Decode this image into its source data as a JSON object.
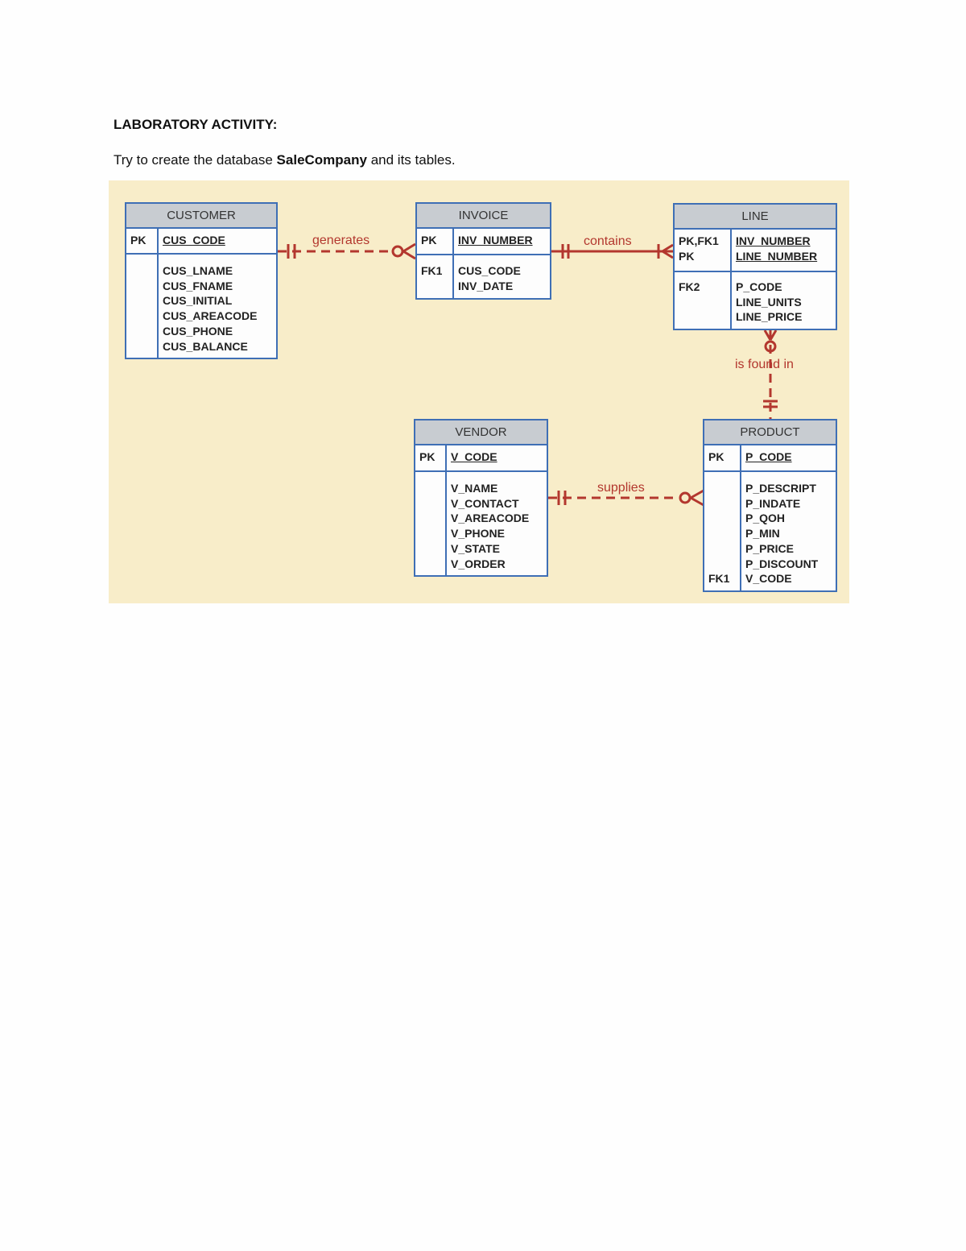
{
  "heading": "LABORATORY ACTIVITY:",
  "instruction": {
    "before": "Try to create the database ",
    "bold": "SaleCompany",
    "after": " and its tables."
  },
  "colors": {
    "diagram_background": "#f8edc9",
    "entity_border": "#3f6fb5",
    "entity_header": "#c8ccd1",
    "relationship": "#b3372e"
  },
  "entities": {
    "customer": {
      "name": "CUSTOMER",
      "pk_key": "PK",
      "pk_attrs": [
        "CUS_CODE"
      ],
      "attrs": [
        "CUS_LNAME",
        "CUS_FNAME",
        "CUS_INITIAL",
        "CUS_AREACODE",
        "CUS_PHONE",
        "CUS_BALANCE"
      ]
    },
    "invoice": {
      "name": "INVOICE",
      "pk_key": "PK",
      "pk_attrs": [
        "INV_NUMBER"
      ],
      "fk_key": "FK1",
      "attrs": [
        "CUS_CODE",
        "INV_DATE"
      ]
    },
    "line": {
      "name": "LINE",
      "pk_keys": [
        "PK,FK1",
        "PK"
      ],
      "pk_attrs": [
        "INV_NUMBER",
        "LINE_NUMBER"
      ],
      "fk_key": "FK2",
      "attrs": [
        "P_CODE",
        "LINE_UNITS",
        "LINE_PRICE"
      ]
    },
    "vendor": {
      "name": "VENDOR",
      "pk_key": "PK",
      "pk_attrs": [
        "V_CODE"
      ],
      "attrs": [
        "V_NAME",
        "V_CONTACT",
        "V_AREACODE",
        "V_PHONE",
        "V_STATE",
        "V_ORDER"
      ]
    },
    "product": {
      "name": "PRODUCT",
      "pk_key": "PK",
      "pk_attrs": [
        "P_CODE"
      ],
      "fk_key": "FK1",
      "attrs": [
        "P_DESCRIPT",
        "P_INDATE",
        "P_QOH",
        "P_MIN",
        "P_PRICE",
        "P_DISCOUNT",
        "V_CODE"
      ]
    }
  },
  "relationships": {
    "generates": "generates",
    "contains": "contains",
    "is_found_in": "is found in",
    "supplies": "supplies"
  }
}
